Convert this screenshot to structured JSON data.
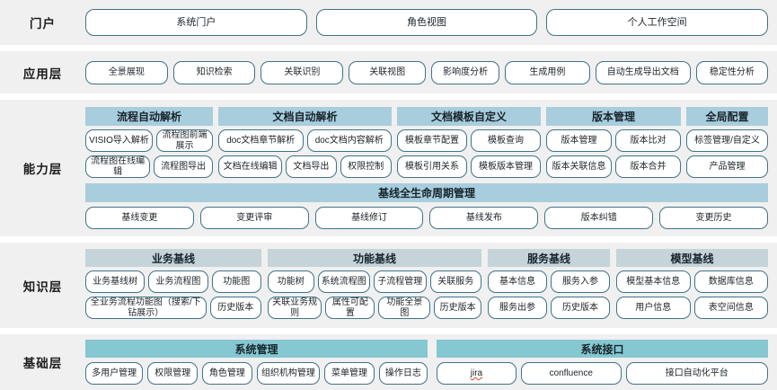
{
  "layers": [
    {
      "id": "portal",
      "label": "门户",
      "items": [
        "系统门户",
        "角色视图",
        "个人工作空间"
      ]
    },
    {
      "id": "application",
      "label": "应用层",
      "items": [
        "全景展现",
        "知识检索",
        "关联识别",
        "关联视图",
        "影响度分析",
        "生成用例",
        "自动生成导出文档",
        "稳定性分析"
      ]
    },
    {
      "id": "capability",
      "label": "能力层",
      "groups": [
        {
          "title": "流程自动解析",
          "rows": [
            [
              "VISIO导入解析",
              "流程图前端展示"
            ],
            [
              "流程图在线编辑",
              "流程图导出"
            ]
          ]
        },
        {
          "title": "文档自动解析",
          "rows": [
            [
              "doc文档章节解析",
              "doc文档内容解析"
            ],
            [
              "文档在线编辑",
              "文档导出",
              "权限控制"
            ]
          ]
        },
        {
          "title": "文档模板自定义",
          "rows": [
            [
              "模板章节配置",
              "模板查询"
            ],
            [
              "模板引用关系",
              "模板版本管理"
            ]
          ]
        },
        {
          "title": "版本管理",
          "rows": [
            [
              "版本管理",
              "版本比对"
            ],
            [
              "版本关联信息",
              "版本合并"
            ]
          ]
        },
        {
          "title": "全局配置",
          "rows": [
            [
              "标签管理/自定义"
            ],
            [
              "产品管理"
            ]
          ]
        }
      ],
      "lifecycle": {
        "title": "基线全生命周期管理",
        "items": [
          "基线变更",
          "变更评审",
          "基线修订",
          "基线发布",
          "版本纠错",
          "变更历史"
        ]
      }
    },
    {
      "id": "knowledge",
      "label": "知识层",
      "groups": [
        {
          "title": "业务基线",
          "rows": [
            [
              "业务基线树",
              "业务流程图",
              "功能图"
            ],
            [
              "全业务流程功能图（搜索/下钻展示）",
              "历史版本"
            ]
          ]
        },
        {
          "title": "功能基线",
          "rows": [
            [
              "功能树",
              "系统流程图",
              "子流程管理",
              "关联服务"
            ],
            [
              "关联业务规则",
              "属性可配置",
              "功能全景图",
              "历史版本"
            ]
          ]
        },
        {
          "title": "服务基线",
          "rows": [
            [
              "基本信息",
              "服务入参"
            ],
            [
              "服务出参",
              "历史版本"
            ]
          ]
        },
        {
          "title": "模型基线",
          "rows": [
            [
              "模型基本信息",
              "数据库信息"
            ],
            [
              "用户信息",
              "表空间信息"
            ]
          ]
        }
      ]
    },
    {
      "id": "foundation",
      "label": "基础层",
      "groups": [
        {
          "title": "系统管理",
          "rows": [
            [
              "多用户管理",
              "权限管理",
              "角色管理",
              "组织机构管理",
              "菜单管理",
              "操作日志"
            ]
          ]
        },
        {
          "title": "系统接口",
          "rows": [
            [
              "jira",
              "confluence",
              "接口自动化平台"
            ]
          ]
        }
      ]
    }
  ],
  "colors": {
    "row_background": "#f0f0f0",
    "pill_border": "#3f7289",
    "capability_header": "#a8cddd",
    "knowledge_header": "#c4d4d8",
    "foundation_header": "#85c8d2",
    "page_background": "#ffffff"
  },
  "misspelled_words": [
    "jira"
  ]
}
